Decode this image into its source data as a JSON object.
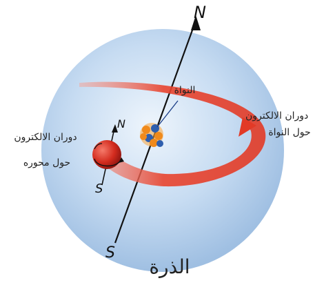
{
  "diagram": {
    "title": "الذرة",
    "nucleus_label": "النواة",
    "electron_orbit_label": {
      "line1": "دوران الالكترون",
      "line2": "حول النواة"
    },
    "electron_spin_label": {
      "line1": "دوران الالكترون",
      "line2": "حول محوره"
    },
    "main_axis": {
      "north": "N",
      "south": "S"
    },
    "electron_axis": {
      "north": "N",
      "south": "S"
    }
  },
  "colors": {
    "atom_sphere": "#b9d3ee",
    "orbit": "#e8442f",
    "electron": "#d32b1e",
    "nucleus_orange": "#f08a1c",
    "nucleus_blue": "#2f5fae",
    "axis": "#111111"
  }
}
